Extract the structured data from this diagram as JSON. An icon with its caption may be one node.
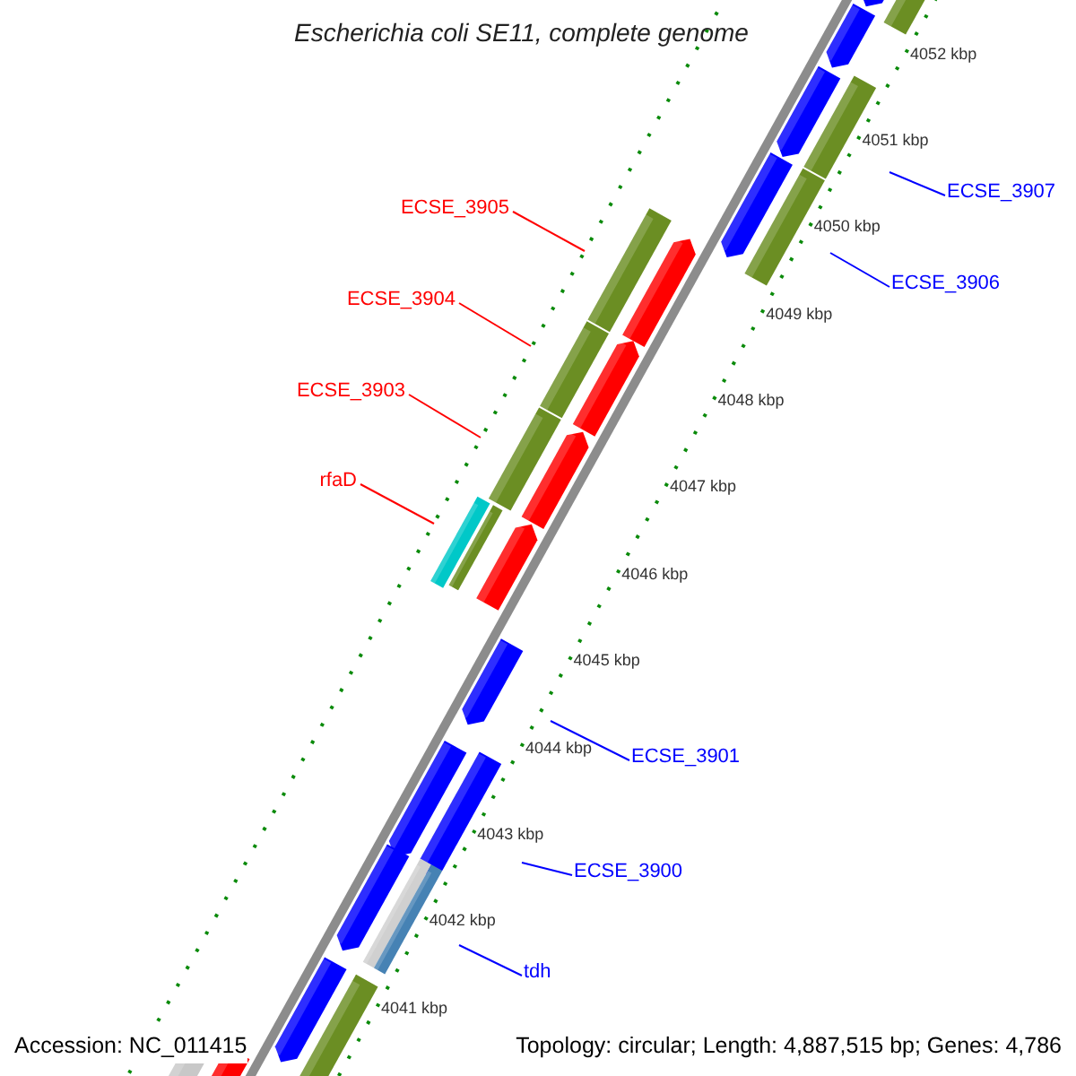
{
  "diagram": {
    "title": "Escherichia coli SE11, complete genome",
    "nodes": [
      {
        "text": [
          "ECSE_3905"
        ]
      },
      {
        "text": [
          "ECSE_3904"
        ]
      },
      {
        "text": [
          "ECSE_3903"
        ]
      },
      {
        "text": [
          "rfaD"
        ]
      },
      {
        "text": [
          "ECSE_3907"
        ]
      },
      {
        "text": [
          "ECSE_3906"
        ]
      },
      {
        "text": [
          "ECSE_3901"
        ]
      },
      {
        "text": [
          "ECSE_3900"
        ]
      },
      {
        "text": [
          "tdh"
        ]
      }
    ],
    "edges": [
      {
        "from": 0,
        "to": null,
        "arrow": "none",
        "color": "#ff0000"
      },
      {
        "from": 1,
        "to": null,
        "arrow": "none",
        "color": "#ff0000"
      },
      {
        "from": 2,
        "to": null,
        "arrow": "none",
        "color": "#ff0000"
      },
      {
        "from": 3,
        "to": null,
        "arrow": "none",
        "color": "#ff0000"
      },
      {
        "from": 4,
        "to": null,
        "arrow": "none",
        "color": "#0000ff"
      },
      {
        "from": 5,
        "to": null,
        "arrow": "none",
        "color": "#0000ff"
      },
      {
        "from": 6,
        "to": null,
        "arrow": "none",
        "color": "#0000ff"
      },
      {
        "from": 7,
        "to": null,
        "arrow": "none",
        "color": "#0000ff"
      },
      {
        "from": 8,
        "to": null,
        "arrow": "none",
        "color": "#0000ff"
      }
    ],
    "labels": [
      "4052 kbp",
      "4051 kbp",
      "4050 kbp",
      "4049 kbp",
      "4048 kbp",
      "4047 kbp",
      "4046 kbp",
      "4045 kbp",
      "4044 kbp",
      "4043 kbp",
      "4042 kbp",
      "4041 kbp",
      "Accession: NC_011415",
      "Topology: circular; Length: 4,887,515 bp; Genes: 4,786"
    ]
  }
}
